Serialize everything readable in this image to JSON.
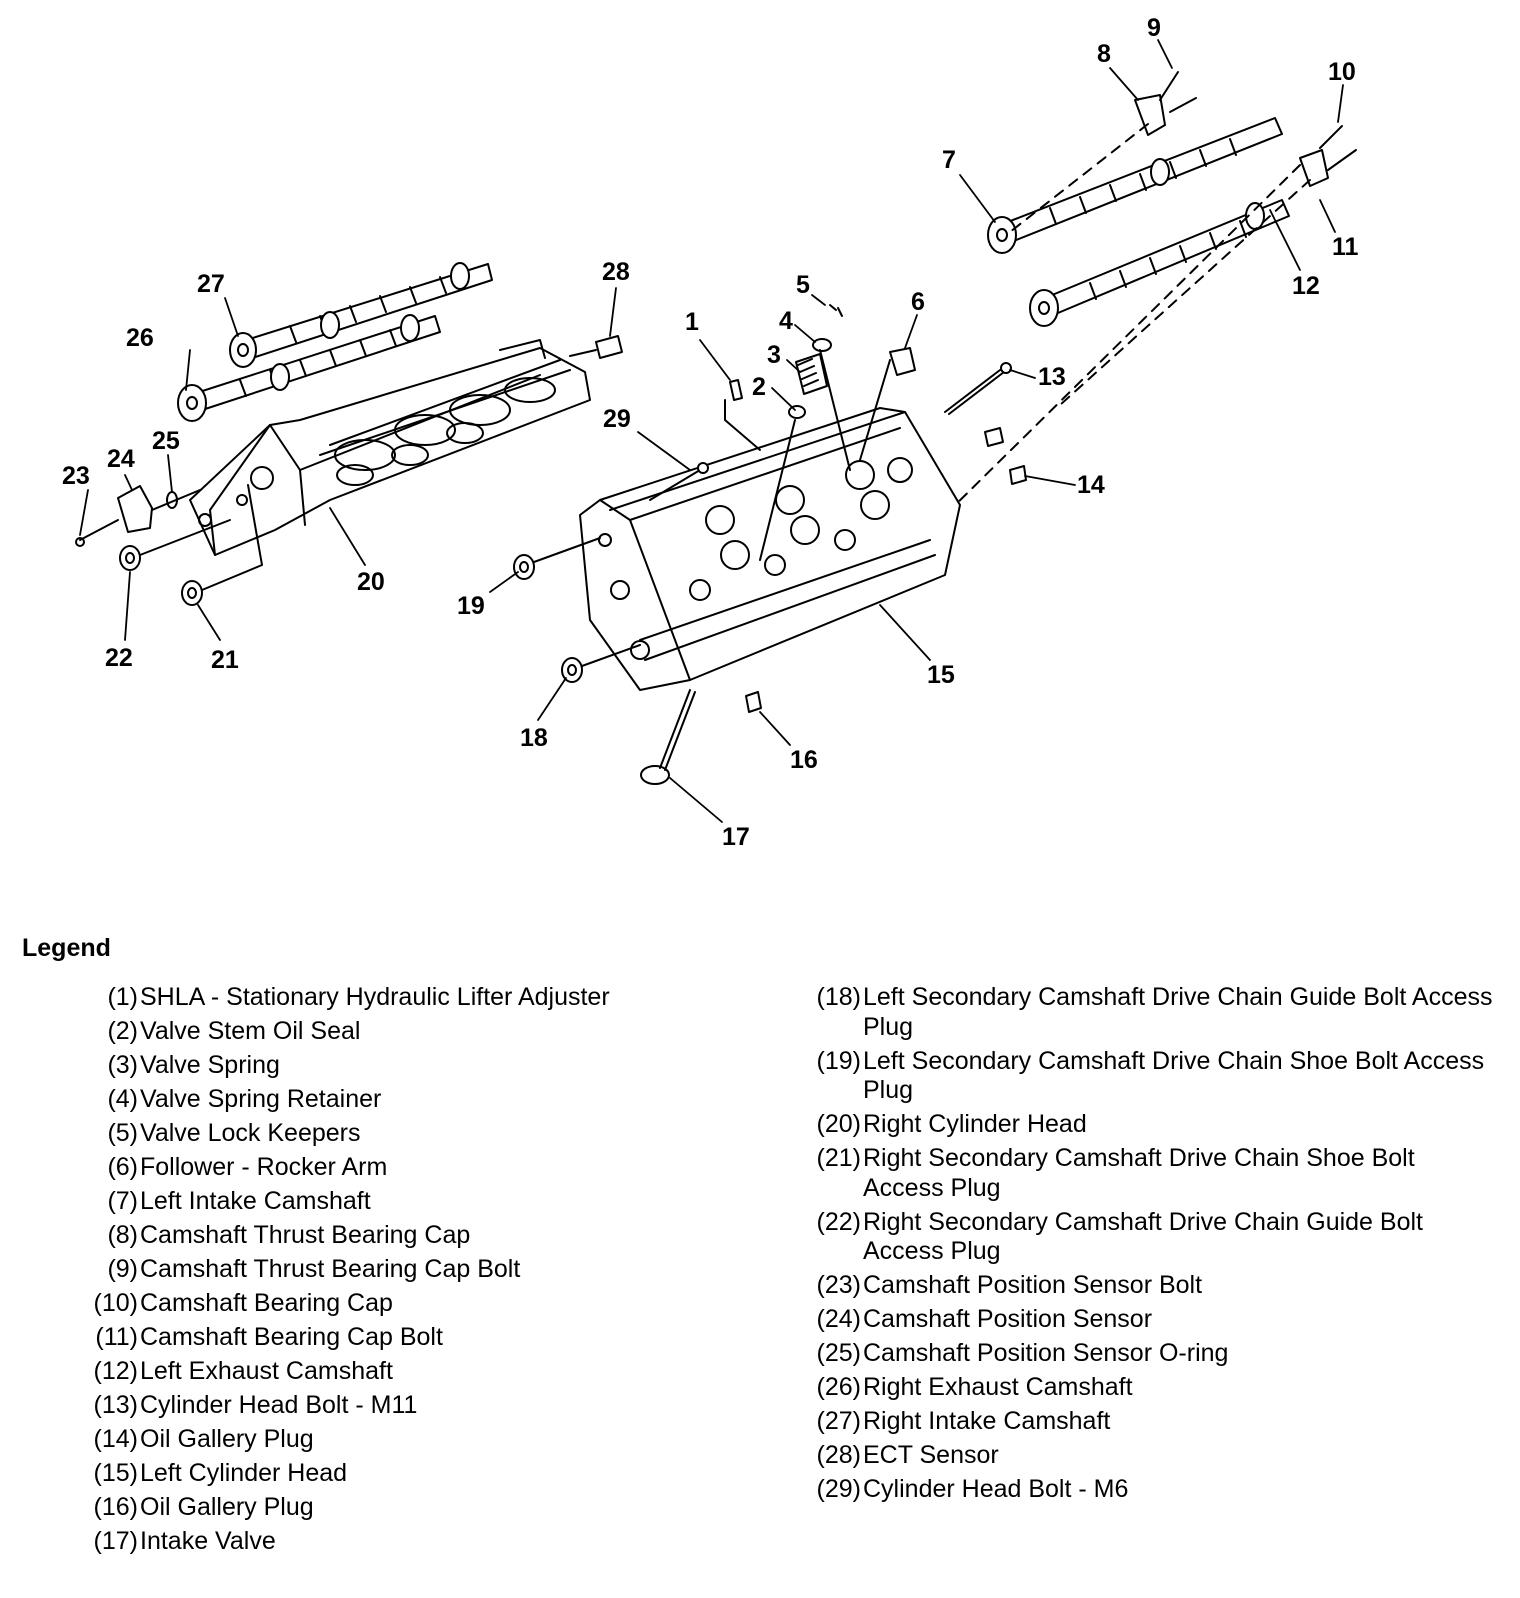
{
  "legend_title": "Legend",
  "callouts": [
    "1",
    "2",
    "3",
    "4",
    "5",
    "6",
    "7",
    "8",
    "9",
    "10",
    "11",
    "12",
    "13",
    "14",
    "15",
    "16",
    "17",
    "18",
    "19",
    "20",
    "21",
    "22",
    "23",
    "24",
    "25",
    "26",
    "27",
    "28",
    "29"
  ],
  "legend_left": [
    {
      "num": "(1)",
      "label": "SHLA - Stationary Hydraulic Lifter Adjuster"
    },
    {
      "num": "(2)",
      "label": "Valve Stem Oil Seal"
    },
    {
      "num": "(3)",
      "label": "Valve Spring"
    },
    {
      "num": "(4)",
      "label": "Valve Spring Retainer"
    },
    {
      "num": "(5)",
      "label": "Valve Lock Keepers"
    },
    {
      "num": "(6)",
      "label": "Follower - Rocker Arm"
    },
    {
      "num": "(7)",
      "label": "Left Intake Camshaft"
    },
    {
      "num": "(8)",
      "label": "Camshaft Thrust Bearing Cap"
    },
    {
      "num": "(9)",
      "label": "Camshaft Thrust Bearing Cap Bolt"
    },
    {
      "num": "(10)",
      "label": "Camshaft Bearing Cap"
    },
    {
      "num": "(11)",
      "label": "Camshaft Bearing Cap Bolt"
    },
    {
      "num": "(12)",
      "label": "Left Exhaust Camshaft"
    },
    {
      "num": "(13)",
      "label": "Cylinder Head Bolt - M11"
    },
    {
      "num": "(14)",
      "label": "Oil Gallery Plug"
    },
    {
      "num": "(15)",
      "label": "Left Cylinder Head"
    },
    {
      "num": "(16)",
      "label": "Oil Gallery Plug"
    },
    {
      "num": "(17)",
      "label": "Intake Valve"
    }
  ],
  "legend_right": [
    {
      "num": "(18)",
      "label": "Left Secondary Camshaft Drive Chain Guide Bolt Access Plug"
    },
    {
      "num": "(19)",
      "label": "Left Secondary Camshaft Drive Chain Shoe Bolt Access Plug"
    },
    {
      "num": "(20)",
      "label": "Right Cylinder Head"
    },
    {
      "num": "(21)",
      "label": "Right Secondary Camshaft Drive Chain Shoe Bolt Access Plug"
    },
    {
      "num": "(22)",
      "label": "Right Secondary Camshaft Drive Chain Guide Bolt Access Plug"
    },
    {
      "num": "(23)",
      "label": "Camshaft Position Sensor Bolt"
    },
    {
      "num": "(24)",
      "label": "Camshaft Position Sensor"
    },
    {
      "num": "(25)",
      "label": "Camshaft Position Sensor O-ring"
    },
    {
      "num": "(26)",
      "label": "Right Exhaust Camshaft"
    },
    {
      "num": "(27)",
      "label": "Right Intake Camshaft"
    },
    {
      "num": "(28)",
      "label": "ECT Sensor"
    },
    {
      "num": "(29)",
      "label": "Cylinder Head Bolt - M6"
    }
  ]
}
